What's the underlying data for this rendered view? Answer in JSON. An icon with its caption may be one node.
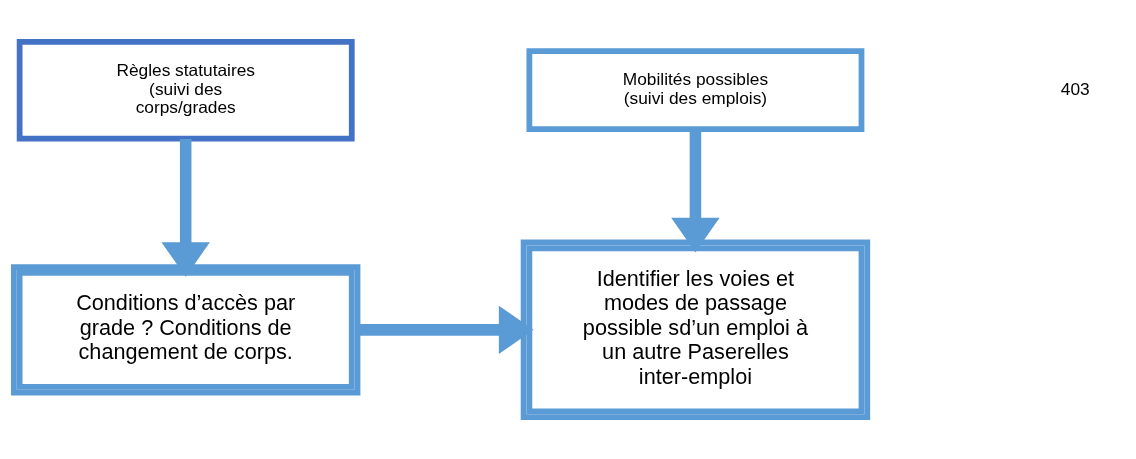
{
  "diagram": {
    "nodes": [
      {
        "text": [
          "Règles statutaires (suivi des corps/grades"
        ]
      },
      {
        "text": [
          "Mobilités possibles (suivi des emplois)"
        ]
      },
      {
        "text": [
          "Conditions d’accès par grade ? Conditions de changement de corps."
        ]
      },
      {
        "text": [
          "Identifier les voies et modes de passage possible sd’un emploi à un autre Paserelles inter-emploi"
        ]
      }
    ],
    "edges": [
      {
        "from": 0,
        "to": 2,
        "arrow": "to"
      },
      {
        "from": 1,
        "to": 3,
        "arrow": "to"
      },
      {
        "from": 2,
        "to": 3,
        "arrow": "to"
      }
    ],
    "labels": [
      "403"
    ]
  }
}
